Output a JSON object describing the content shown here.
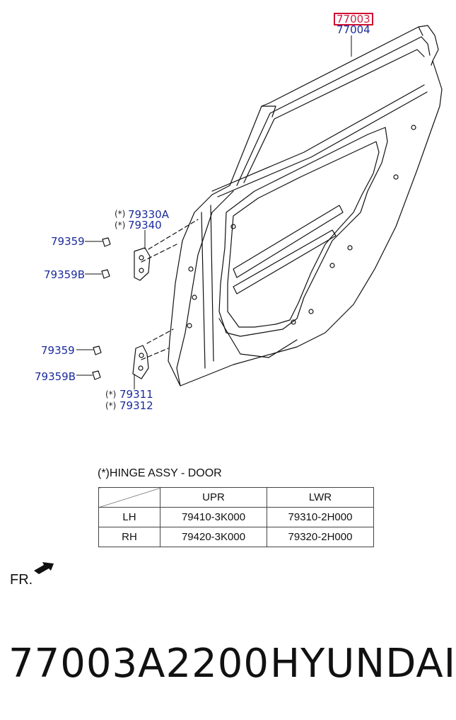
{
  "callouts": {
    "p77003": "77003",
    "p77004": "77004",
    "p79330A": "79330A",
    "p79340": "79340",
    "p79359_top": "79359",
    "p79359B_top": "79359B",
    "p79359_bot": "79359",
    "p79359B_bot": "79359B",
    "p79311": "79311",
    "p79312": "79312",
    "star_marker": "(*)"
  },
  "hinge_table": {
    "note": "(*)HINGE ASSY - DOOR",
    "headers": [
      "",
      "UPR",
      "LWR"
    ],
    "rows": [
      [
        "LH",
        "79410-3K000",
        "79310-2H000"
      ],
      [
        "RH",
        "79420-3K000",
        "79320-2H000"
      ]
    ]
  },
  "front_marker": "FR.",
  "footer": {
    "part_number": "77003A2200",
    "brand": "HYUNDAI"
  },
  "colors": {
    "callout_text": "#1a2a9c",
    "highlight_box": "#d01030",
    "line_art": "#111111"
  }
}
